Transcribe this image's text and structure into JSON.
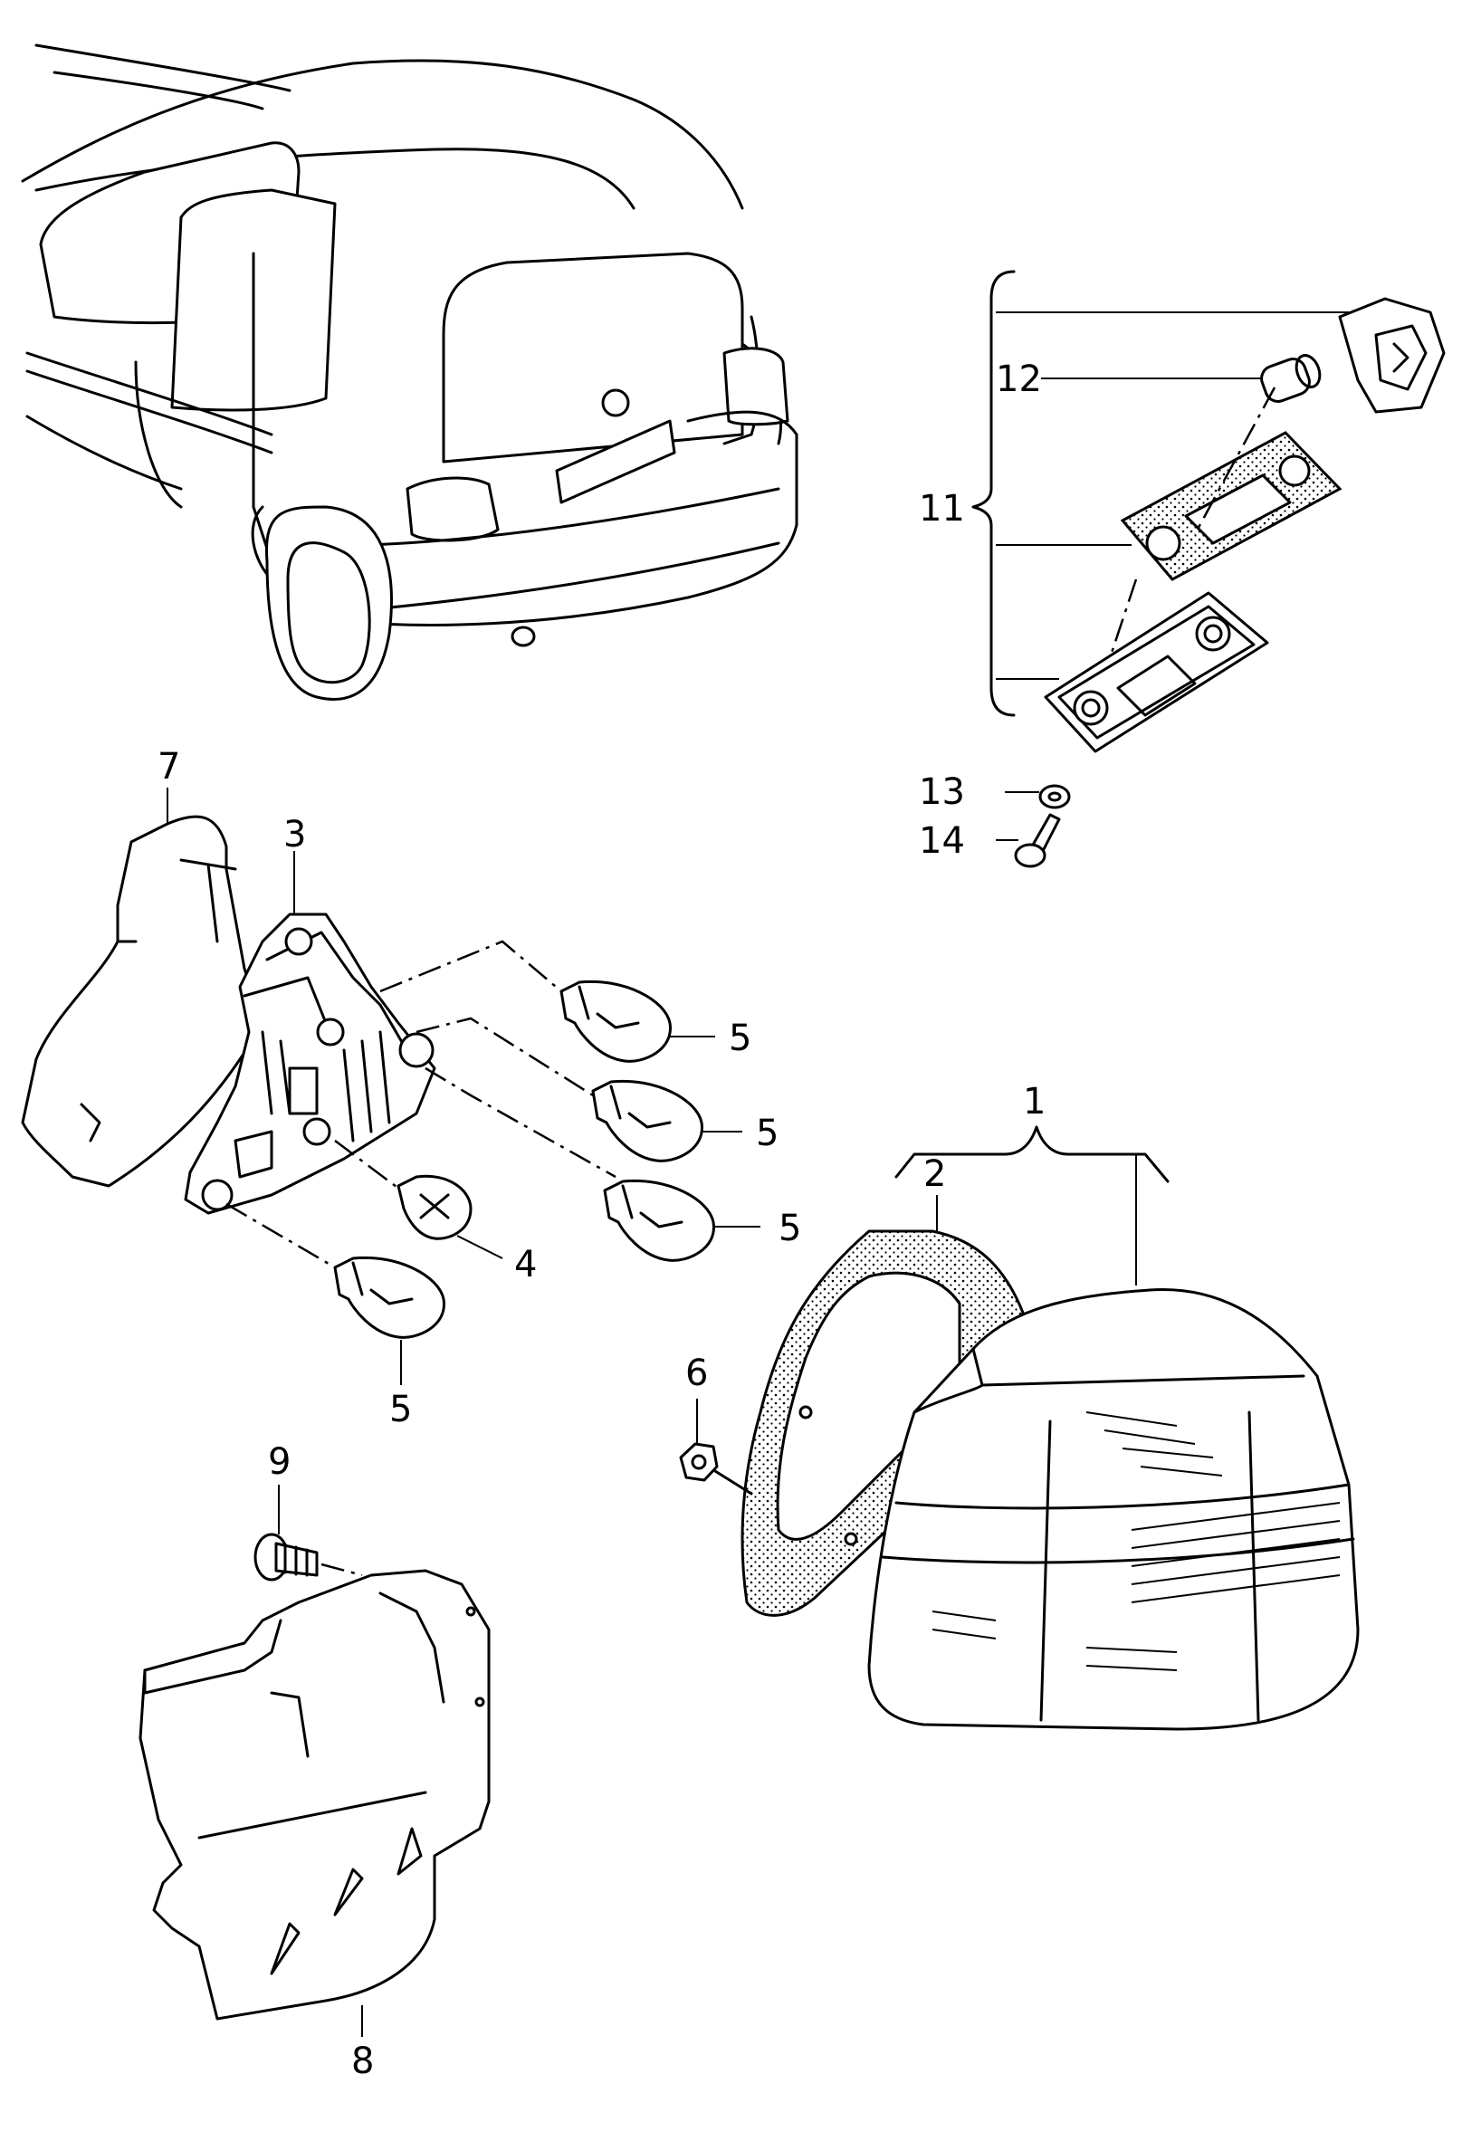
{
  "labels": {
    "l1": "1",
    "l2": "2",
    "l3": "3",
    "l4": "4",
    "l5a": "5",
    "l5b": "5",
    "l5c": "5",
    "l5d": "5",
    "l6": "6",
    "l7": "7",
    "l8": "8",
    "l9": "9",
    "l11": "11",
    "l12": "12",
    "l13": "13",
    "l14": "14"
  }
}
